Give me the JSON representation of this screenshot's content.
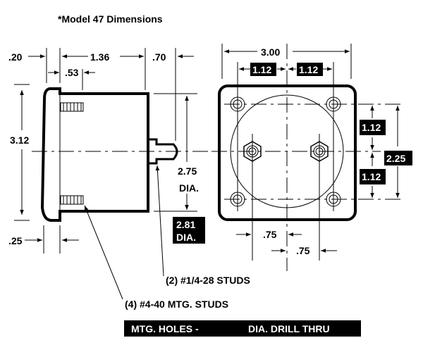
{
  "title": "*Model 47 Dimensions",
  "side_view": {
    "dim_bezel": ".20",
    "dim_depth": "1.36",
    "dim_stud_length": ".70",
    "dim_mount_stud": ".53",
    "dim_height": "3.12",
    "dim_body_dia": "2.75",
    "dim_body_dia_unit": "DIA.",
    "dim_cutout_dia": "2.81",
    "dim_cutout_dia_unit": "DIA.",
    "dim_flange": ".25"
  },
  "front_view": {
    "dim_width": "3.00",
    "dim_hole_left": "1.12",
    "dim_hole_right": "1.12",
    "dim_hole_upper": "1.12",
    "dim_hole_lower": "1.12",
    "dim_hole_spacing": "2.25",
    "dim_stud_left": ".75",
    "dim_stud_right": ".75"
  },
  "callouts": {
    "studs": "(2) #1/4-28 STUDS",
    "mtg_studs": "(4) #4-40 MTG. STUDS"
  },
  "footer": {
    "left": "MTG. HOLES -",
    "right": "DIA. DRILL THRU"
  }
}
